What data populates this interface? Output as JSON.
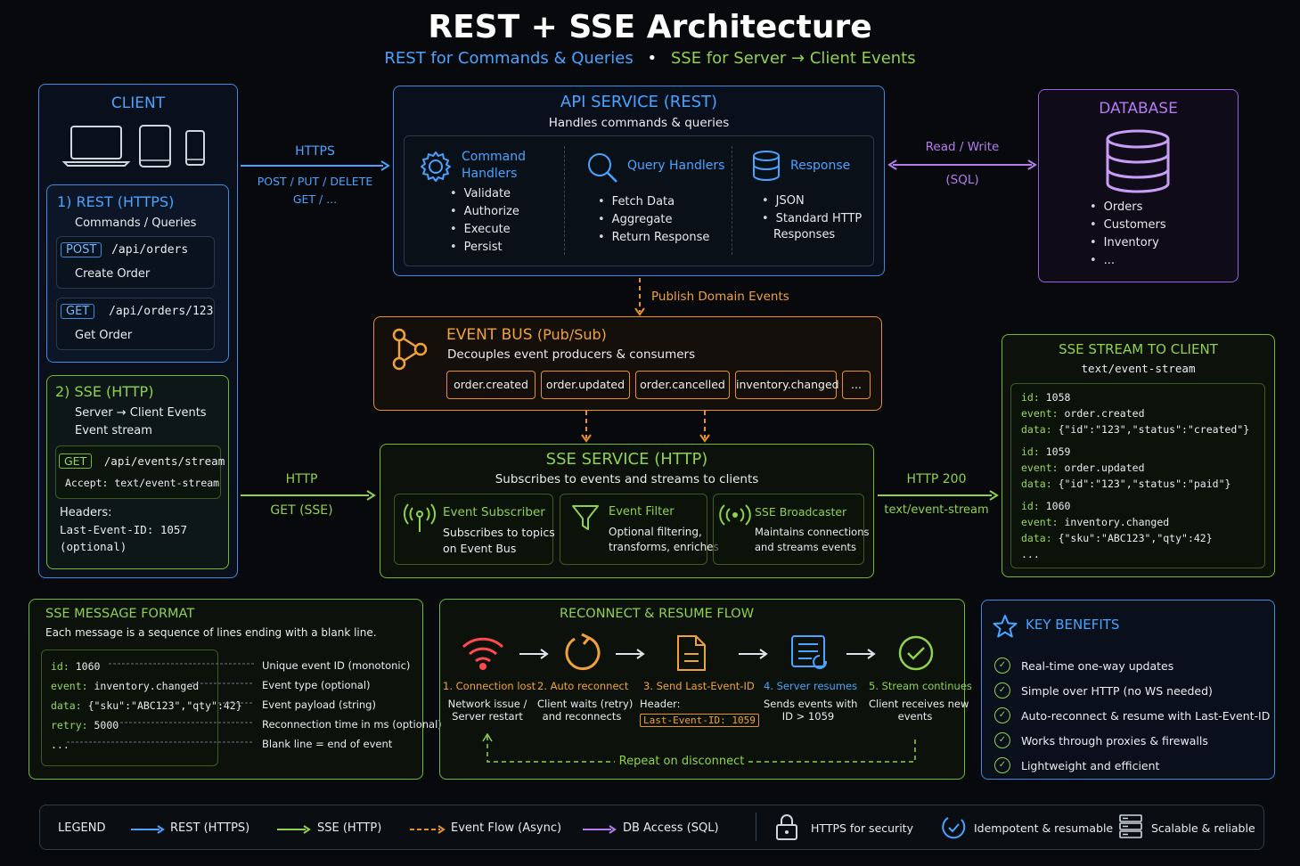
{
  "title": "REST + SSE Architecture",
  "subtitle": {
    "part1": "REST for Commands & Queries",
    "sep": "•",
    "part2": "SSE for Server → Client Events"
  },
  "client": {
    "title": "CLIENT",
    "rest": {
      "title": "1) REST (HTTPS)",
      "desc": "Commands / Queries",
      "req1": {
        "method": "POST",
        "path": "/api/orders",
        "label": "Create Order"
      },
      "req2": {
        "method": "GET",
        "path": "/api/orders/123",
        "label": "Get Order"
      }
    },
    "sse": {
      "title": "2) SSE (HTTP)",
      "desc1": "Server → Client Events",
      "desc2": "Event stream",
      "method": "GET",
      "path": "/api/events/stream",
      "accept": "Accept: text/event-stream",
      "headers_label": "Headers:",
      "header1": "Last-Event-ID: 1057",
      "header2": "(optional)"
    }
  },
  "arrows": {
    "https_label": "HTTPS",
    "https_methods1": "POST / PUT / DELETE",
    "https_methods2": "GET / ...",
    "http_label": "HTTP",
    "http_method": "GET (SSE)",
    "db_label1": "Read / Write",
    "db_label2": "(SQL)",
    "publish": "Publish Domain Events",
    "http200": "HTTP 200",
    "stream_type": "text/event-stream"
  },
  "api": {
    "title": "API SERVICE (REST)",
    "desc": "Handles commands & queries",
    "command": {
      "title1": "Command",
      "title2": "Handlers",
      "items": [
        "Validate",
        "Authorize",
        "Execute",
        "Persist"
      ]
    },
    "query": {
      "title": "Query Handlers",
      "items": [
        "Fetch Data",
        "Aggregate",
        "Return Response"
      ]
    },
    "response": {
      "title": "Response",
      "items": [
        "JSON",
        "Standard HTTP"
      ],
      "cont": "Responses"
    }
  },
  "database": {
    "title": "DATABASE",
    "items": [
      "Orders",
      "Customers",
      "Inventory",
      "..."
    ]
  },
  "bus": {
    "title": "EVENT BUS",
    "title_suffix": "(Pub/Sub)",
    "desc": "Decouples event producers & consumers",
    "chips": [
      "order.created",
      "order.updated",
      "order.cancelled",
      "inventory.changed",
      "..."
    ]
  },
  "sse_service": {
    "title": "SSE SERVICE (HTTP)",
    "desc": "Subscribes to events and streams to clients",
    "subscriber": {
      "title": "Event Subscriber",
      "l1": "Subscribes to topics",
      "l2": "on Event Bus"
    },
    "filter": {
      "title": "Event Filter",
      "l1": "Optional filtering,",
      "l2": "transforms, enriches"
    },
    "broadcaster": {
      "title": "SSE Broadcaster",
      "l1": "Maintains connections",
      "l2": "and streams events"
    }
  },
  "stream": {
    "title": "SSE STREAM TO CLIENT",
    "type": "text/event-stream",
    "events": [
      {
        "id": "1058",
        "event": "order.created",
        "data": "{\"id\":\"123\",\"status\":\"created\"}"
      },
      {
        "id": "1059",
        "event": "order.updated",
        "data": "{\"id\":\"123\",\"status\":\"paid\"}"
      },
      {
        "id": "1060",
        "event": "inventory.changed",
        "data": "{\"sku\":\"ABC123\",\"qty\":42}"
      }
    ],
    "more": "...",
    "k_id": "id:",
    "k_event": "event:",
    "k_data": "data:"
  },
  "format": {
    "title": "SSE MESSAGE FORMAT",
    "desc": "Each message is a sequence of lines ending with a blank line.",
    "lines": [
      {
        "key": "id:",
        "val": "1060",
        "note": "Unique event ID (monotonic)"
      },
      {
        "key": "event:",
        "val": "inventory.changed",
        "note": "Event type (optional)"
      },
      {
        "key": "data:",
        "val": "{\"sku\":\"ABC123\",\"qty\":42}",
        "note": "Event payload (string)"
      },
      {
        "key": "retry:",
        "val": "5000",
        "note": "Reconnection time in ms (optional)"
      },
      {
        "key": "...",
        "val": "",
        "note": "Blank line = end of event"
      }
    ]
  },
  "reconnect": {
    "title": "RECONNECT & RESUME FLOW",
    "steps": [
      {
        "title": "1. Connection lost",
        "l1": "Network issue /",
        "l2": "Server restart"
      },
      {
        "title": "2. Auto reconnect",
        "l1": "Client waits (retry)",
        "l2": "and reconnects"
      },
      {
        "title": "3. Send Last-Event-ID",
        "l1": "Header:",
        "l2": "Last-Event-ID: 1059"
      },
      {
        "title": "4. Server resumes",
        "l1": "Sends events with",
        "l2": "ID > 1059"
      },
      {
        "title": "5. Stream continues",
        "l1": "Client receives new",
        "l2": "events"
      }
    ],
    "repeat": "Repeat on disconnect"
  },
  "benefits": {
    "title": "KEY BENEFITS",
    "items": [
      "Real-time one-way updates",
      "Simple over HTTP (no WS needed)",
      "Auto-reconnect & resume with Last-Event-ID",
      "Works through proxies & firewalls",
      "Lightweight and efficient"
    ]
  },
  "legend": {
    "title": "LEGEND",
    "rest": "REST (HTTPS)",
    "sse": "SSE (HTTP)",
    "event": "Event Flow (Async)",
    "db": "DB Access (SQL)",
    "security": "HTTPS for security",
    "idempotent": "Idempotent & resumable",
    "scalable": "Scalable & reliable"
  },
  "colors": {
    "blue": "#3d8be0",
    "green": "#76b82a",
    "orange": "#e8912a",
    "purple": "#9b5fe0"
  }
}
